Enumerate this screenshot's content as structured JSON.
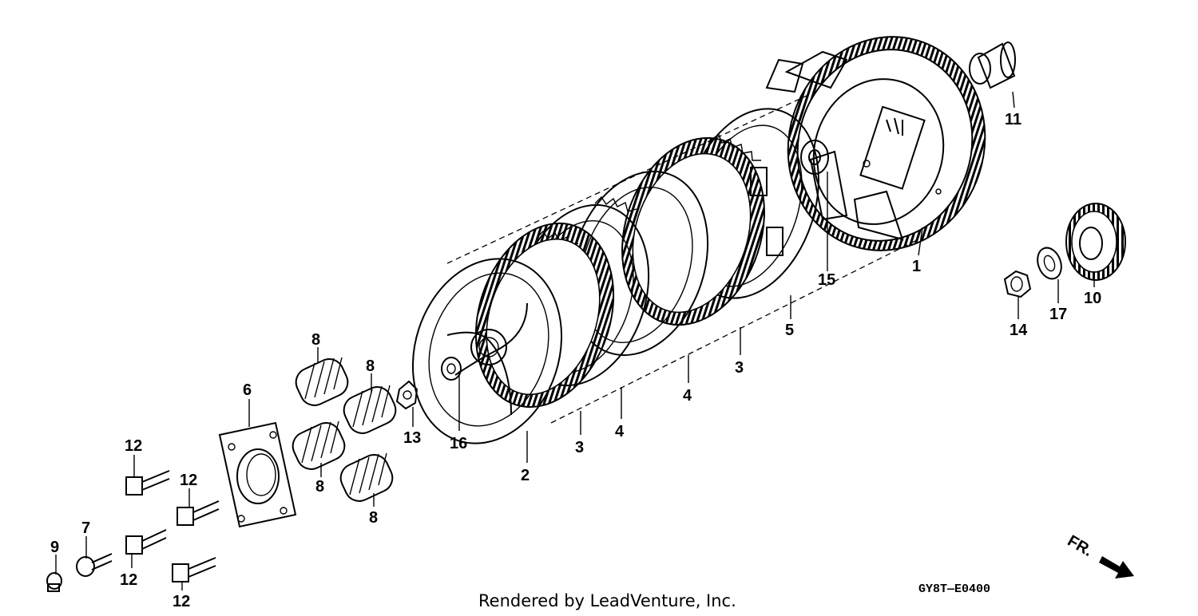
{
  "parts": [
    {
      "id": "p1",
      "label": "1",
      "name": "clutch-outer"
    },
    {
      "id": "p2",
      "label": "2",
      "name": "pressure-plate"
    },
    {
      "id": "p3a",
      "label": "3",
      "name": "friction-disk"
    },
    {
      "id": "p3b",
      "label": "3",
      "name": "friction-disk"
    },
    {
      "id": "p4a",
      "label": "4",
      "name": "clutch-plate"
    },
    {
      "id": "p4b",
      "label": "4",
      "name": "clutch-plate"
    },
    {
      "id": "p5",
      "label": "5",
      "name": "clutch-plate"
    },
    {
      "id": "p6",
      "label": "6",
      "name": "lifter-plate"
    },
    {
      "id": "p7",
      "label": "7",
      "name": "lifter-rod"
    },
    {
      "id": "p8a",
      "label": "8",
      "name": "clutch-spring"
    },
    {
      "id": "p8b",
      "label": "8",
      "name": "clutch-spring"
    },
    {
      "id": "p8c",
      "label": "8",
      "name": "clutch-spring"
    },
    {
      "id": "p8d",
      "label": "8",
      "name": "clutch-spring"
    },
    {
      "id": "p9",
      "label": "9",
      "name": "pin"
    },
    {
      "id": "p10",
      "label": "10",
      "name": "primary-gear"
    },
    {
      "id": "p11",
      "label": "11",
      "name": "collar"
    },
    {
      "id": "p12a",
      "label": "12",
      "name": "bolt"
    },
    {
      "id": "p12b",
      "label": "12",
      "name": "bolt"
    },
    {
      "id": "p12c",
      "label": "12",
      "name": "bolt"
    },
    {
      "id": "p12d",
      "label": "12",
      "name": "bolt"
    },
    {
      "id": "p13",
      "label": "13",
      "name": "lock-nut"
    },
    {
      "id": "p14",
      "label": "14",
      "name": "nut"
    },
    {
      "id": "p15",
      "label": "15",
      "name": "thrust-washer"
    },
    {
      "id": "p16",
      "label": "16",
      "name": "bearing"
    },
    {
      "id": "p17",
      "label": "17",
      "name": "washer"
    }
  ],
  "direction_label": "FR.",
  "diagram_code": "GY8T—E0400",
  "credit": "Rendered by LeadVenture, Inc."
}
